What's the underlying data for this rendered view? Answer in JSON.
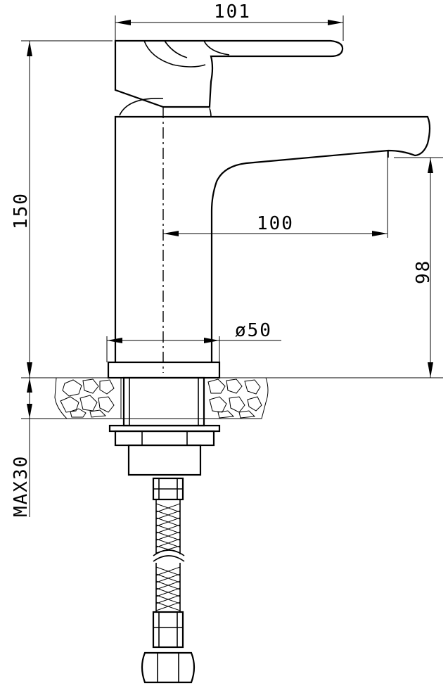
{
  "dimensions": {
    "handle_width": "101",
    "total_height": "150",
    "spout_reach": "100",
    "spout_height": "98",
    "base_diameter": "ø50",
    "max_thickness": "MAX30"
  },
  "colors": {
    "line": "#000000",
    "background": "#ffffff"
  }
}
